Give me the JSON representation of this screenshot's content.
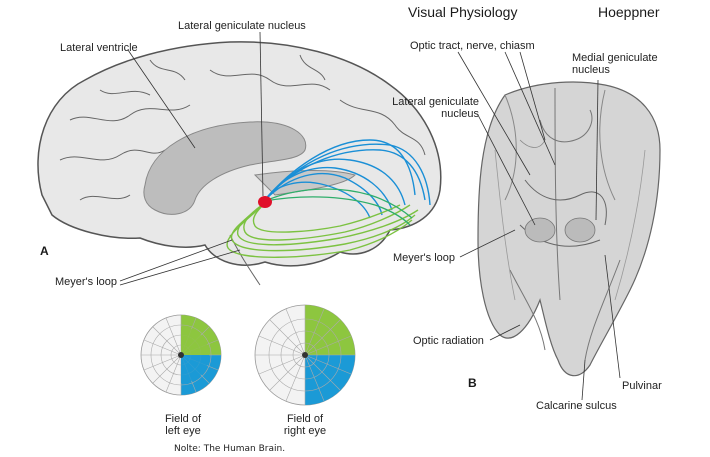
{
  "header": {
    "title": "Visual Physiology",
    "author": "Hoeppner"
  },
  "panel_a": {
    "letter": "A",
    "labels": {
      "lateral_geniculate_nucleus": "Lateral geniculate nucleus",
      "lateral_ventricle": "Lateral ventricle",
      "meyers_loop": "Meyer's loop"
    },
    "fields": {
      "left_eye": "Field of\nleft eye",
      "right_eye": "Field of\nright eye"
    }
  },
  "panel_b": {
    "letter": "B",
    "labels": {
      "optic_tract": "Optic tract, nerve, chiasm",
      "medial_geniculate": "Medial geniculate\nnucleus",
      "lateral_geniculate": "Lateral geniculate\nnucleus",
      "meyers_loop": "Meyer's loop",
      "optic_radiation": "Optic radiation",
      "pulvinar": "Pulvinar",
      "calcarine_sulcus": "Calcarine sulcus"
    }
  },
  "credit": "Nolte: The Human Brain.",
  "colors": {
    "fiber_blue": "#1a8fd6",
    "fiber_green": "#7cc241",
    "nucleus_red": "#e0102a",
    "field_green": "#8dc63f",
    "field_blue": "#1b9ad6"
  }
}
